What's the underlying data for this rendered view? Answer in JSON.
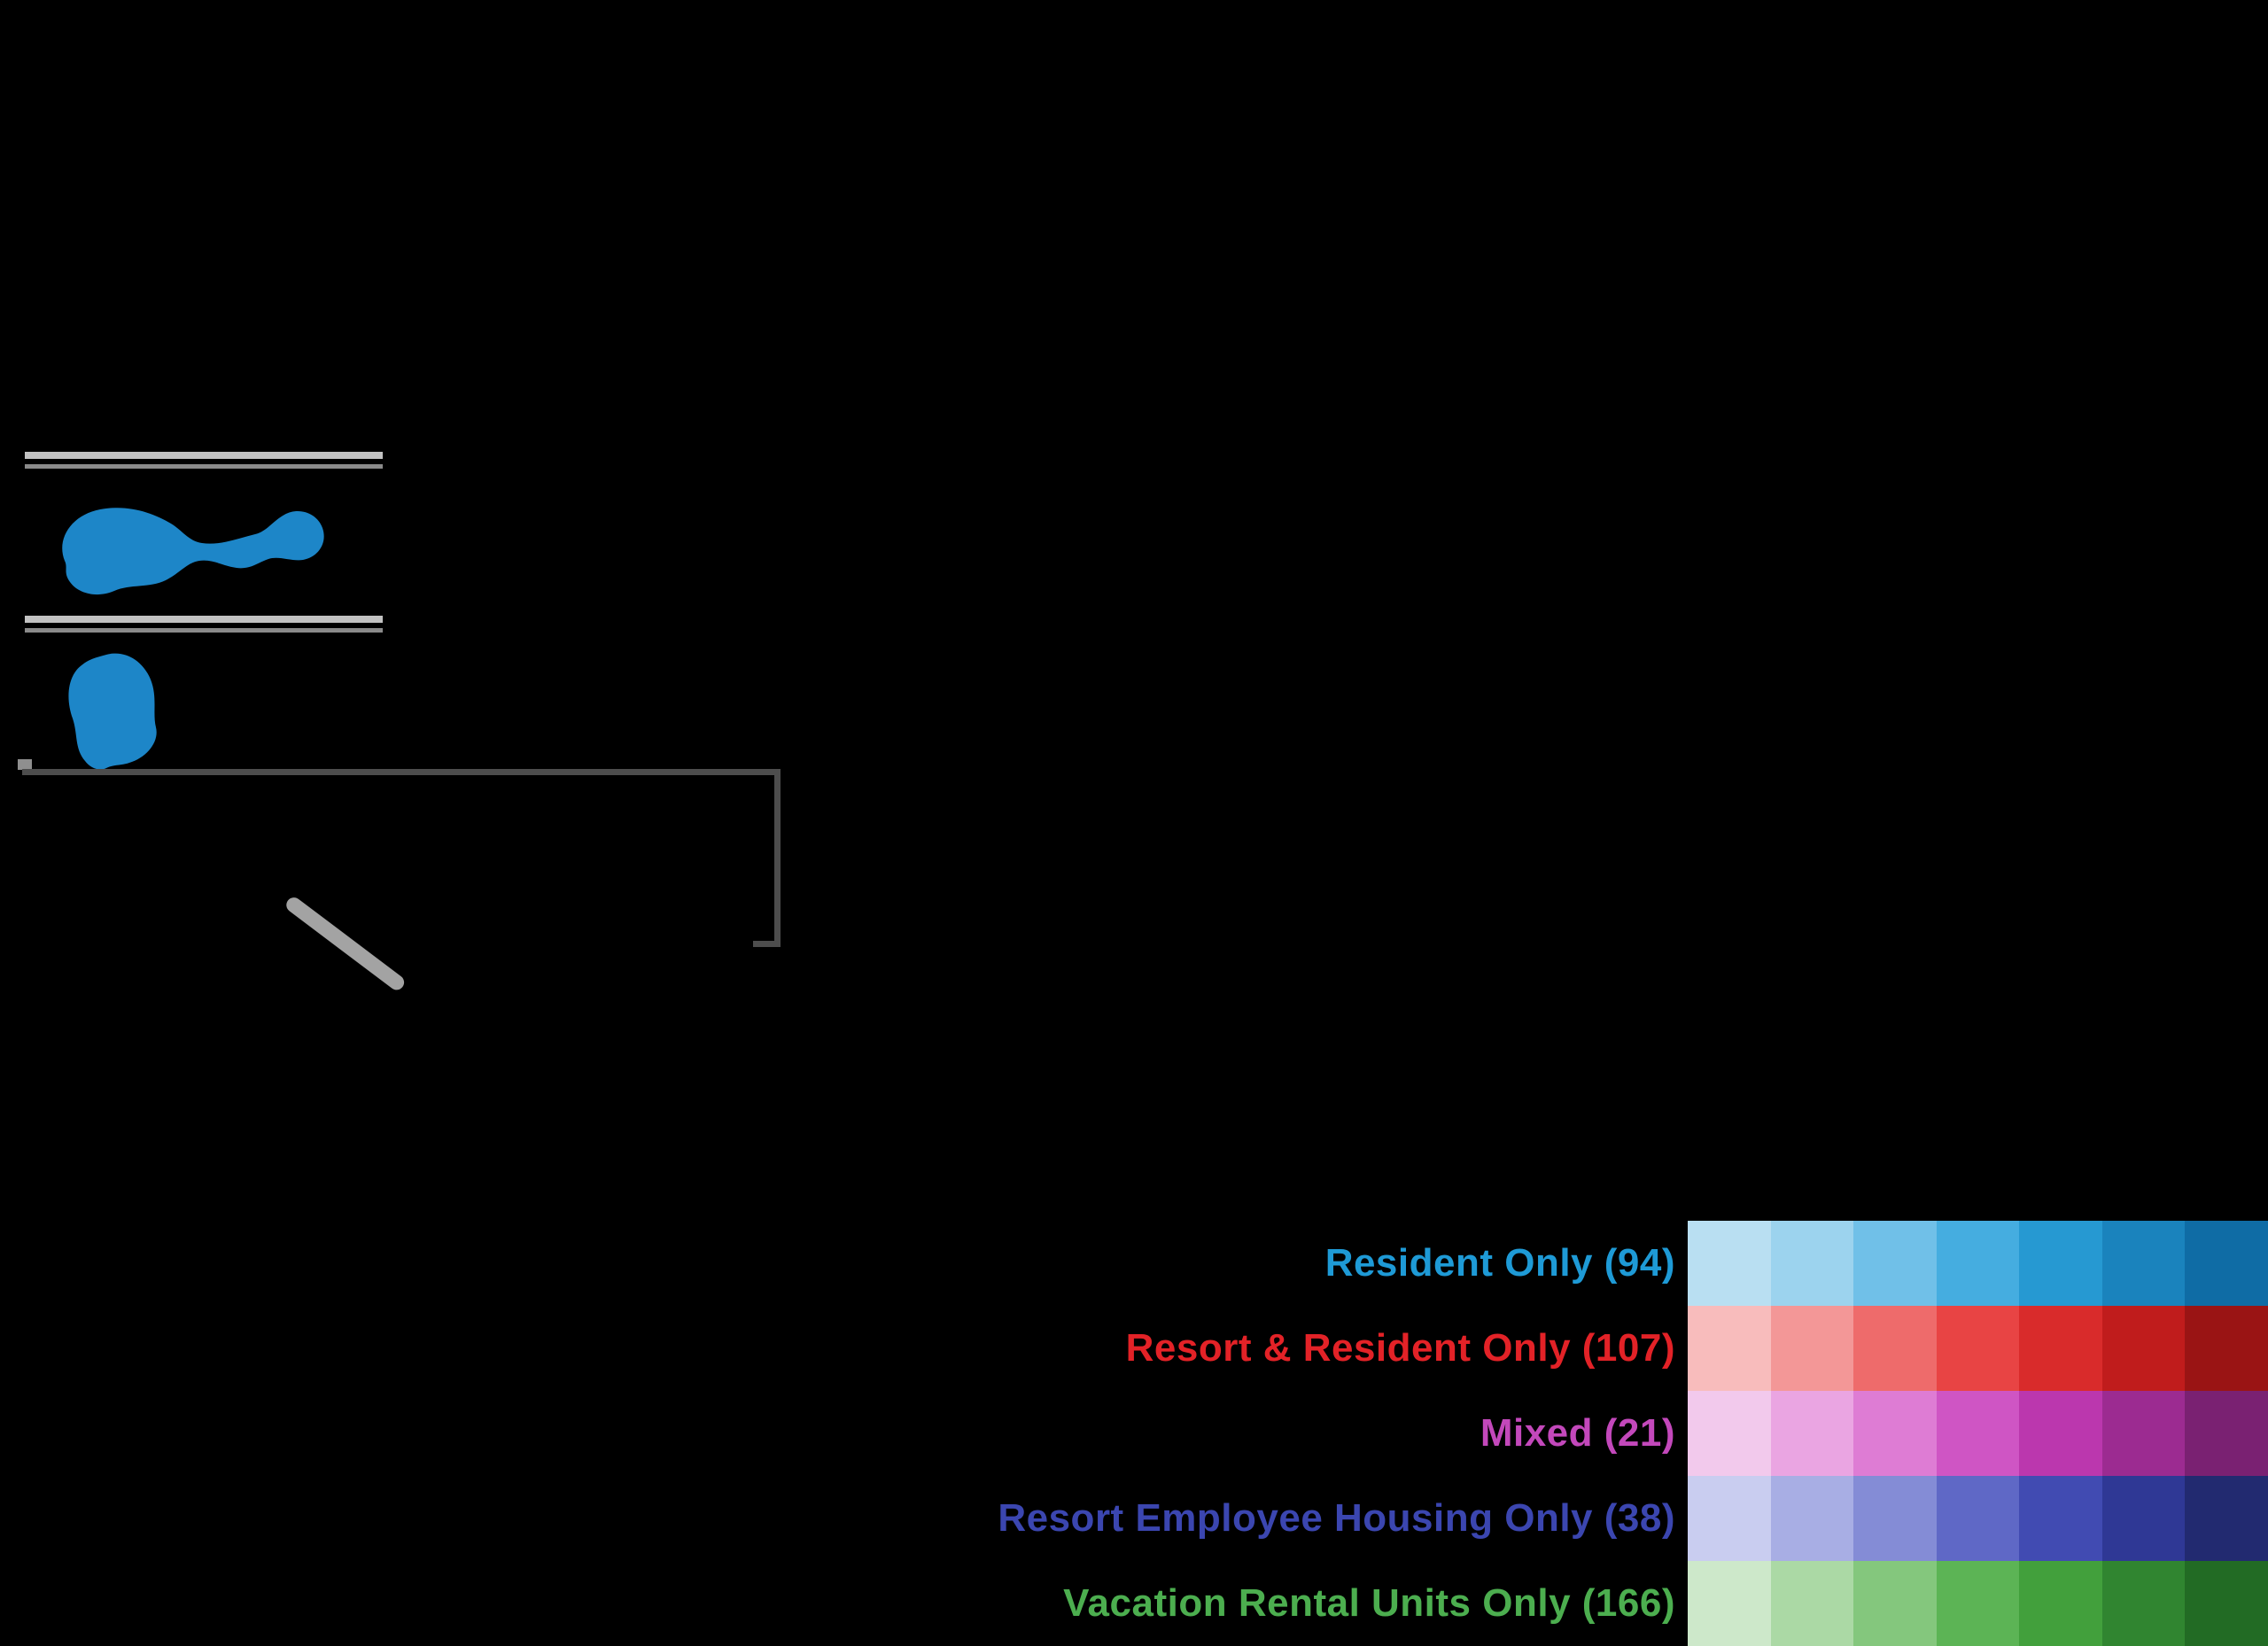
{
  "colors": {
    "background": "#000000",
    "island_blue": "#1d86c8",
    "scalebar_light_gray": "#c2c2c2",
    "scalebar_dark_gray": "#8a8a8a",
    "frame_gray": "#4d4d4d",
    "diagonal_gray": "#a3a3a3",
    "tick_gray": "#8f8f8f"
  },
  "legend": {
    "rows": [
      {
        "label": "Resident Only (94)",
        "color": "#1e9ad6",
        "swatches": [
          "#b9dff2",
          "#9cd3ee",
          "#70c0e8",
          "#45ade0",
          "#2699d2",
          "#1a83bd",
          "#0f6ca5"
        ]
      },
      {
        "label": "Resort & Resident Only (107)",
        "color": "#e32227",
        "swatches": [
          "#f8bcbc",
          "#f39797",
          "#ee6b6b",
          "#e84444",
          "#d92b2b",
          "#c01c1c",
          "#9a1414"
        ]
      },
      {
        "label": "Mixed (21)",
        "color": "#c348bb",
        "swatches": [
          "#f2c9ec",
          "#eaa5e2",
          "#de7cd4",
          "#cf55c4",
          "#bb37ae",
          "#9c2b91",
          "#7a2172"
        ]
      },
      {
        "label": "Resort Employee Housing Only (38)",
        "color": "#3b46b0",
        "swatches": [
          "#c9cdf0",
          "#a8aee4",
          "#848cd6",
          "#5f68c6",
          "#414bb2",
          "#2f3895",
          "#222a70"
        ]
      },
      {
        "label": "Vacation Rental Units Only (166)",
        "color": "#4cae4f",
        "swatches": [
          "#cde8ca",
          "#abd9a5",
          "#84c77d",
          "#5cb455",
          "#42a03c",
          "#308530",
          "#226b24"
        ]
      }
    ]
  }
}
